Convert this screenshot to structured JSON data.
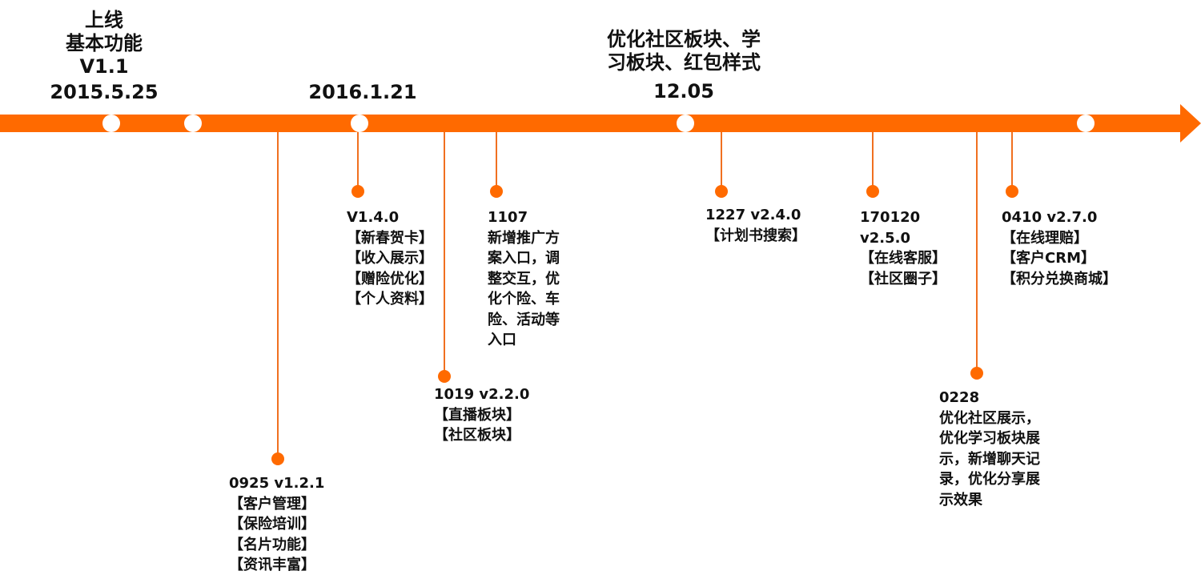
{
  "colors": {
    "accent": "#ff6a00",
    "stem": "#f07020",
    "node_fill": "#ffffff",
    "text": "#111111"
  },
  "milestones_above": [
    {
      "id": "launch",
      "lines": [
        "上线",
        "基本功能",
        "V1.1",
        "2015.5.25"
      ]
    },
    {
      "id": "date-2016",
      "lines": [
        "2016.1.21"
      ]
    },
    {
      "id": "community",
      "lines": [
        "优化社区板块、学",
        "习板块、红包样式",
        "12.05"
      ]
    }
  ],
  "notes": [
    {
      "id": "0925",
      "lines": [
        "0925 v1.2.1",
        "【客户管理】",
        "【保险培训】",
        "【名片功能】",
        "【资讯丰富】"
      ]
    },
    {
      "id": "v140",
      "lines": [
        "V1.4.0",
        "【新春贺卡】",
        "【收入展示】",
        "【赠险优化】",
        "【个人资料】"
      ]
    },
    {
      "id": "1019",
      "lines": [
        "1019 v2.2.0",
        "【直播板块】",
        "【社区板块】"
      ]
    },
    {
      "id": "1107",
      "lines": [
        "1107",
        "新增推广方",
        "案入口，调",
        "整交互，优",
        "化个险、车",
        "险、活动等",
        "入口"
      ]
    },
    {
      "id": "1227",
      "lines": [
        "1227 v2.4.0",
        "【计划书搜索】"
      ]
    },
    {
      "id": "170120",
      "lines": [
        "170120",
        "v2.5.0",
        "【在线客服】",
        "【社区圈子】"
      ]
    },
    {
      "id": "0228",
      "lines": [
        "0228",
        "优化社区展示，",
        "优化学习板块展",
        "示，新增聊天记",
        "录，优化分享展",
        "示效果"
      ]
    },
    {
      "id": "0410",
      "lines": [
        "0410 v2.7.0",
        "【在线理赔】",
        "【客户CRM】",
        "【积分兑换商城】"
      ]
    }
  ]
}
